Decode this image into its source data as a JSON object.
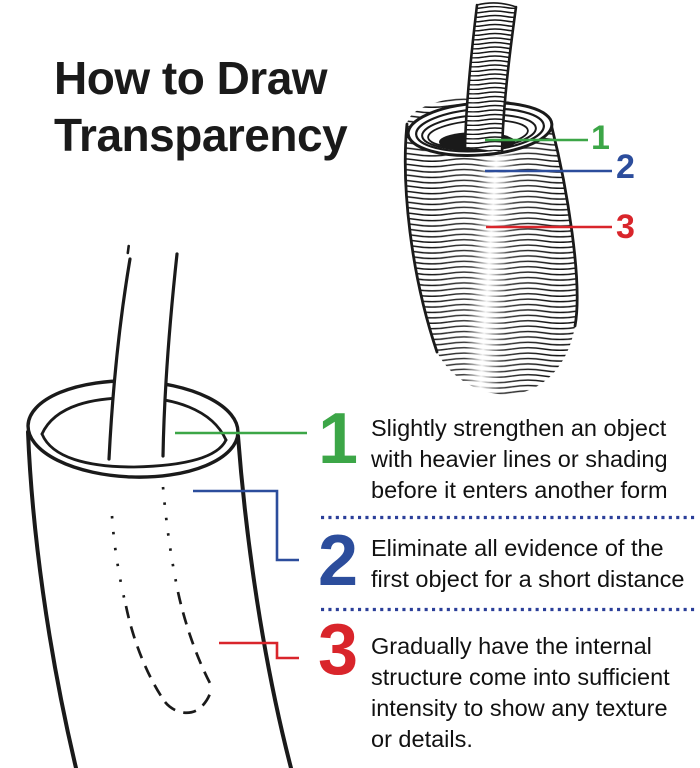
{
  "title": {
    "line1": "How to Draw",
    "line2": "Transparency"
  },
  "colors": {
    "green": "#3CA647",
    "blue": "#2C4D9C",
    "red": "#D9252B",
    "ink": "#1A1A1A",
    "separator": "#2B3F99",
    "text": "#111111",
    "background": "#FFFFFF"
  },
  "top_figure": {
    "labels": [
      "1",
      "2",
      "3"
    ]
  },
  "steps": [
    {
      "number": "1",
      "lines": [
        "Slightly strengthen an object",
        "with heavier lines or shading",
        "before it enters another form"
      ]
    },
    {
      "number": "2",
      "lines": [
        "Eliminate all evidence of the",
        "first object for a short distance"
      ]
    },
    {
      "number": "3",
      "lines": [
        "Gradually have the internal",
        "structure come into sufficient",
        "intensity to show any texture",
        "or details."
      ]
    }
  ]
}
